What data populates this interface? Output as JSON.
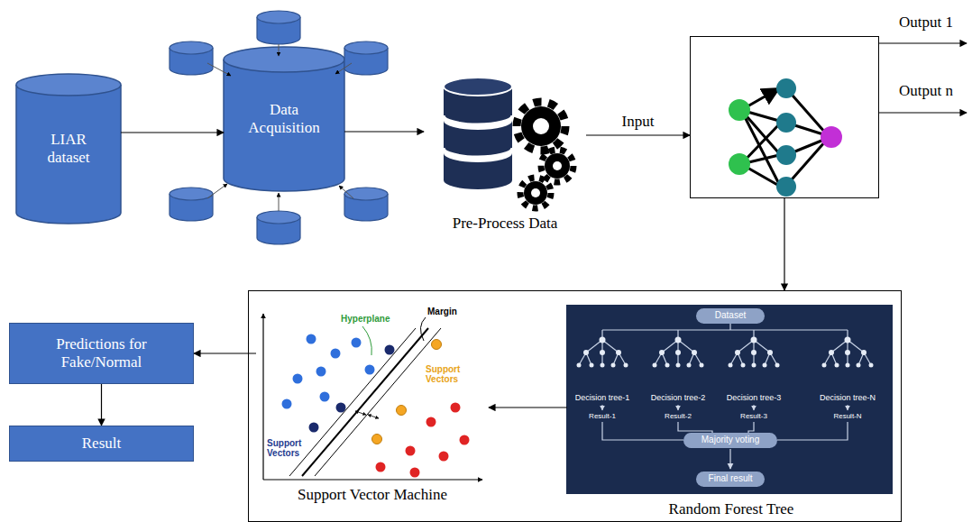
{
  "diagram": {
    "nodes": [
      {
        "text": [
          "LIAR dataset"
        ]
      },
      {
        "text": [
          "Data Acquisition"
        ]
      },
      {
        "text": [
          "Pre-Process Data"
        ]
      },
      {
        "text": []
      },
      {
        "text": []
      },
      {
        "text": [
          "Random Forest Tree"
        ],
        "in": 4
      },
      {
        "text": [
          "Support Vector Machine"
        ],
        "in": 4
      },
      {
        "text": [
          "Predictions for Fake/Normal"
        ]
      },
      {
        "text": [
          "Result"
        ]
      }
    ],
    "edges": [
      {
        "from": 0,
        "to": 1,
        "arrow": "to"
      },
      {
        "from": 1,
        "to": 2,
        "arrow": "to"
      },
      {
        "from": 2,
        "to": 3,
        "label": "Input",
        "arrow": "to"
      },
      {
        "from": 3,
        "to": 4,
        "arrow": "to"
      },
      {
        "from": 5,
        "to": 6,
        "arrow": "to"
      },
      {
        "from": 6,
        "to": 7,
        "arrow": "to"
      },
      {
        "from": 7,
        "to": 8,
        "arrow": "to"
      }
    ],
    "labels": [
      "Output 1",
      "Output n",
      "Hyperplane",
      "Margin",
      "Support Vectors",
      "Support Vectors",
      "Dataset",
      "Decision tree-1",
      "Decision tree-2",
      "Decision tree-3",
      "Decision tree-N",
      "Result-1",
      "Result-2",
      "Result-3",
      "Result-N",
      "Majority voting",
      "Final result"
    ]
  }
}
